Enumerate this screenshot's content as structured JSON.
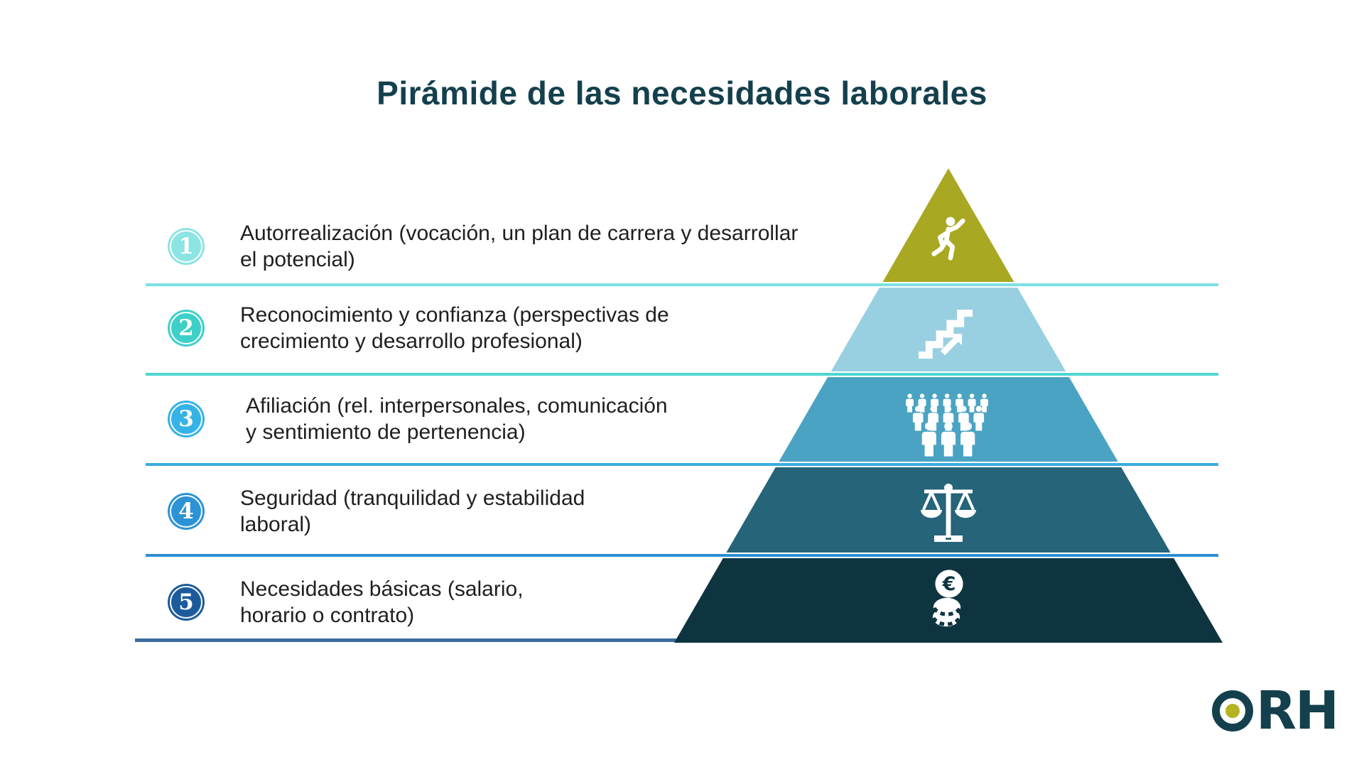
{
  "title": "Pirámide de las necesidades laborales",
  "diagram_type": "pyramid-of-needs",
  "levels": [
    {
      "number": "1",
      "lines": [
        "Autorrealización (vocación, un plan de carrera y desarrollar",
        "el potencial)"
      ],
      "icon": "climbing-person-icon",
      "circle_color": "#8CE4E3",
      "line_color": "#7CE0E2",
      "band_color": "#A9A822"
    },
    {
      "number": "2",
      "lines": [
        "Reconocimiento y confianza (perspectivas de",
        "crecimiento y desarrollo profesional)"
      ],
      "icon": "stairs-up-arrow-icon",
      "circle_color": "#3ED0C8",
      "line_color": "#4CD7D0",
      "band_color": "#98D0E2"
    },
    {
      "number": "3",
      "lines": [
        "Afiliación (rel. interpersonales, comunicación",
        "y sentimiento de pertenencia)"
      ],
      "icon": "crowd-icon",
      "circle_color": "#35B3E6",
      "line_color": "#3AABE0",
      "band_color": "#4AA3C2"
    },
    {
      "number": "4",
      "lines": [
        "Seguridad (tranquilidad y estabilidad",
        "laboral)"
      ],
      "icon": "balance-scale-icon",
      "circle_color": "#2D92D6",
      "line_color": "#2E8ED1",
      "band_color": "#256479"
    },
    {
      "number": "5",
      "lines": [
        "Necesidades básicas (salario,",
        "horario o contrato)"
      ],
      "icon": "euro-coins-icon",
      "circle_color": "#1C5B9B",
      "line_color": "#3A6E9E",
      "band_color": "#0E3440"
    }
  ],
  "logo": {
    "text": "RH",
    "ring_color": "#14404D",
    "dot_color": "#B5B322"
  },
  "colors": {
    "title": "#14404D",
    "body_text": "#1F1F1F",
    "background": "#FFFFFF"
  }
}
